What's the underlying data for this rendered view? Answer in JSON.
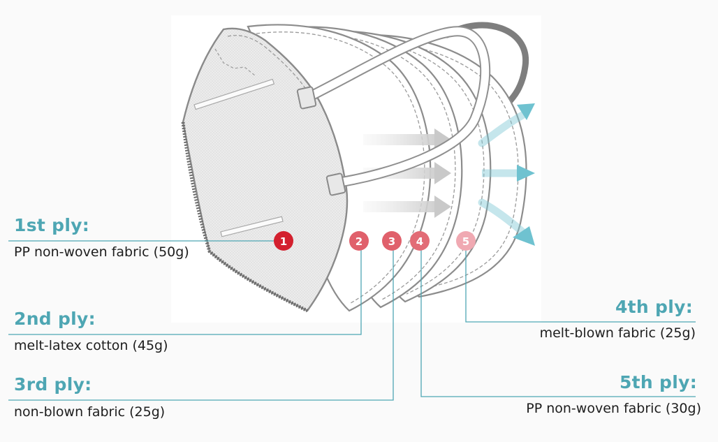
{
  "plies": [
    {
      "number": "1",
      "title": "1st ply:",
      "description": "PP non-woven fabric (50g)",
      "badge_color": "#d3202e"
    },
    {
      "number": "2",
      "title": "2nd ply:",
      "description": "melt-latex cotton (45g)",
      "badge_color": "#e0606b"
    },
    {
      "number": "3",
      "title": "3rd ply:",
      "description": "non-blown fabric (25g)",
      "badge_color": "#e0606b"
    },
    {
      "number": "4",
      "title": "4th ply:",
      "description": "melt-blown fabric (25g)",
      "badge_color": "#e26c76"
    },
    {
      "number": "5",
      "title": "5th ply:",
      "description": "PP non-woven fabric (30g)",
      "badge_color": "#f0a9b2"
    }
  ],
  "colors": {
    "accent": "#4ea6b3",
    "arrow_cyan": "#79c6d3",
    "mask_fill": "#f2f2f2",
    "mask_outline": "#9b9b9b"
  }
}
